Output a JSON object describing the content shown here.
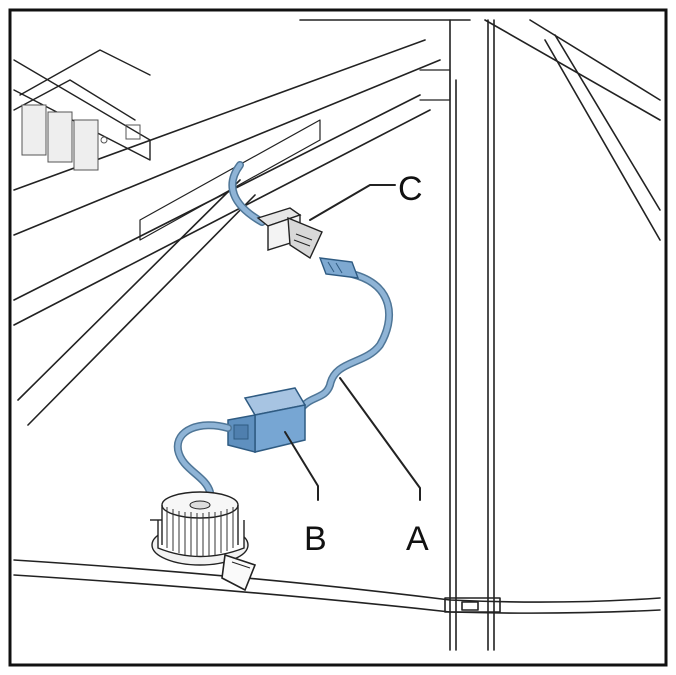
{
  "colors": {
    "cable": "#8fb4d6",
    "cable_edge": "#4f7697",
    "driver": "#77a6d3",
    "driver_edge": "#2f5b82",
    "background": "#ffffff",
    "line": "#222222"
  },
  "callouts": {
    "a": "A",
    "b": "B",
    "c": "C"
  }
}
